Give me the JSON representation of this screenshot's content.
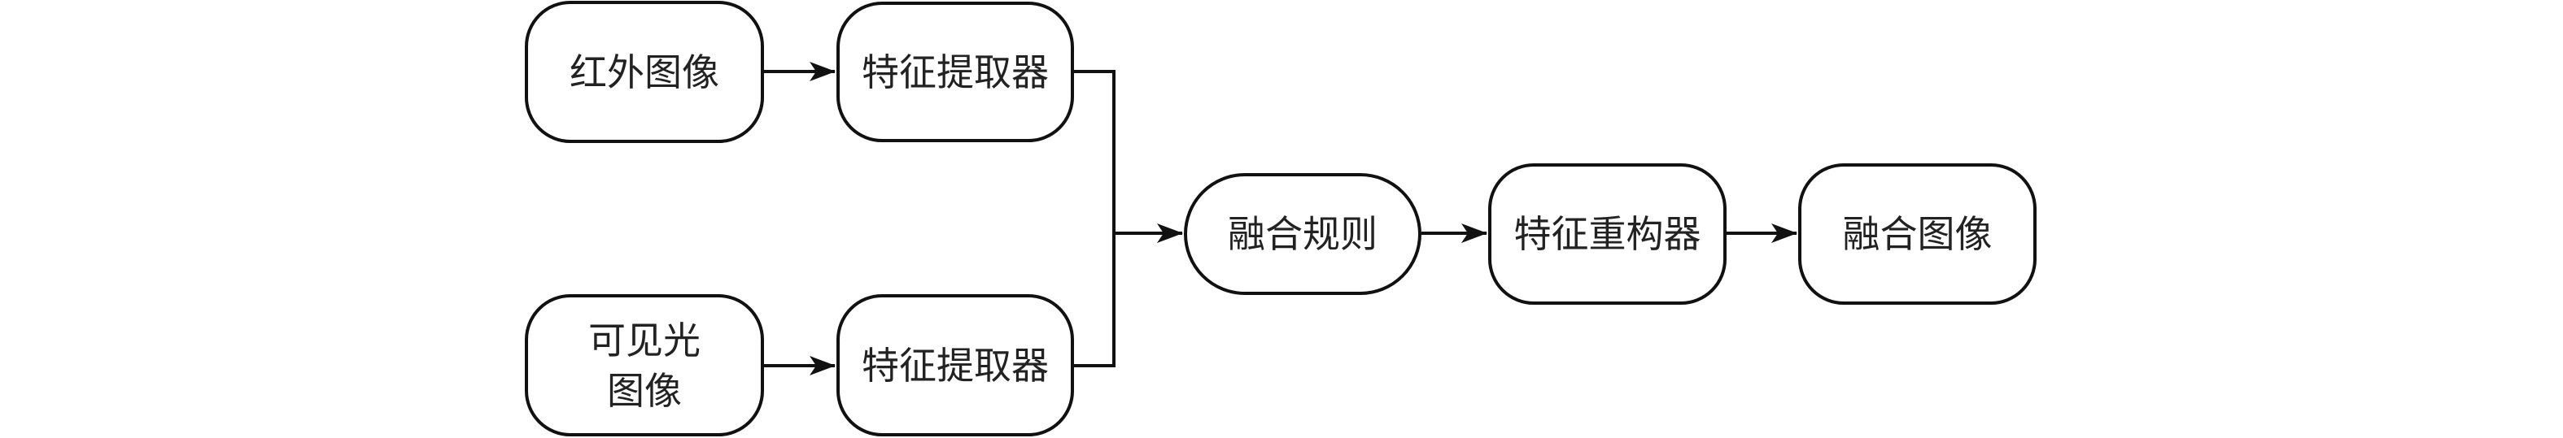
{
  "diagram": {
    "title": "",
    "colors": {
      "stroke": "#111111",
      "text": "#222222",
      "background": "#ffffff"
    },
    "nodes": [
      {
        "id": "infrared",
        "label": "红外图像"
      },
      {
        "id": "extractor_top",
        "label": "特征提取器"
      },
      {
        "id": "visible",
        "label": "可见光\n图像"
      },
      {
        "id": "extractor_bottom",
        "label": "特征提取器"
      },
      {
        "id": "fusion_rule",
        "label": "融合规则"
      },
      {
        "id": "reconstructor",
        "label": "特征重构器"
      },
      {
        "id": "fused_image",
        "label": "融合图像"
      }
    ],
    "edges": [
      {
        "from": "infrared",
        "to": "extractor_top"
      },
      {
        "from": "visible",
        "to": "extractor_bottom"
      },
      {
        "from": "extractor_top",
        "to": "fusion_rule"
      },
      {
        "from": "extractor_bottom",
        "to": "fusion_rule"
      },
      {
        "from": "fusion_rule",
        "to": "reconstructor"
      },
      {
        "from": "reconstructor",
        "to": "fused_image"
      }
    ]
  }
}
